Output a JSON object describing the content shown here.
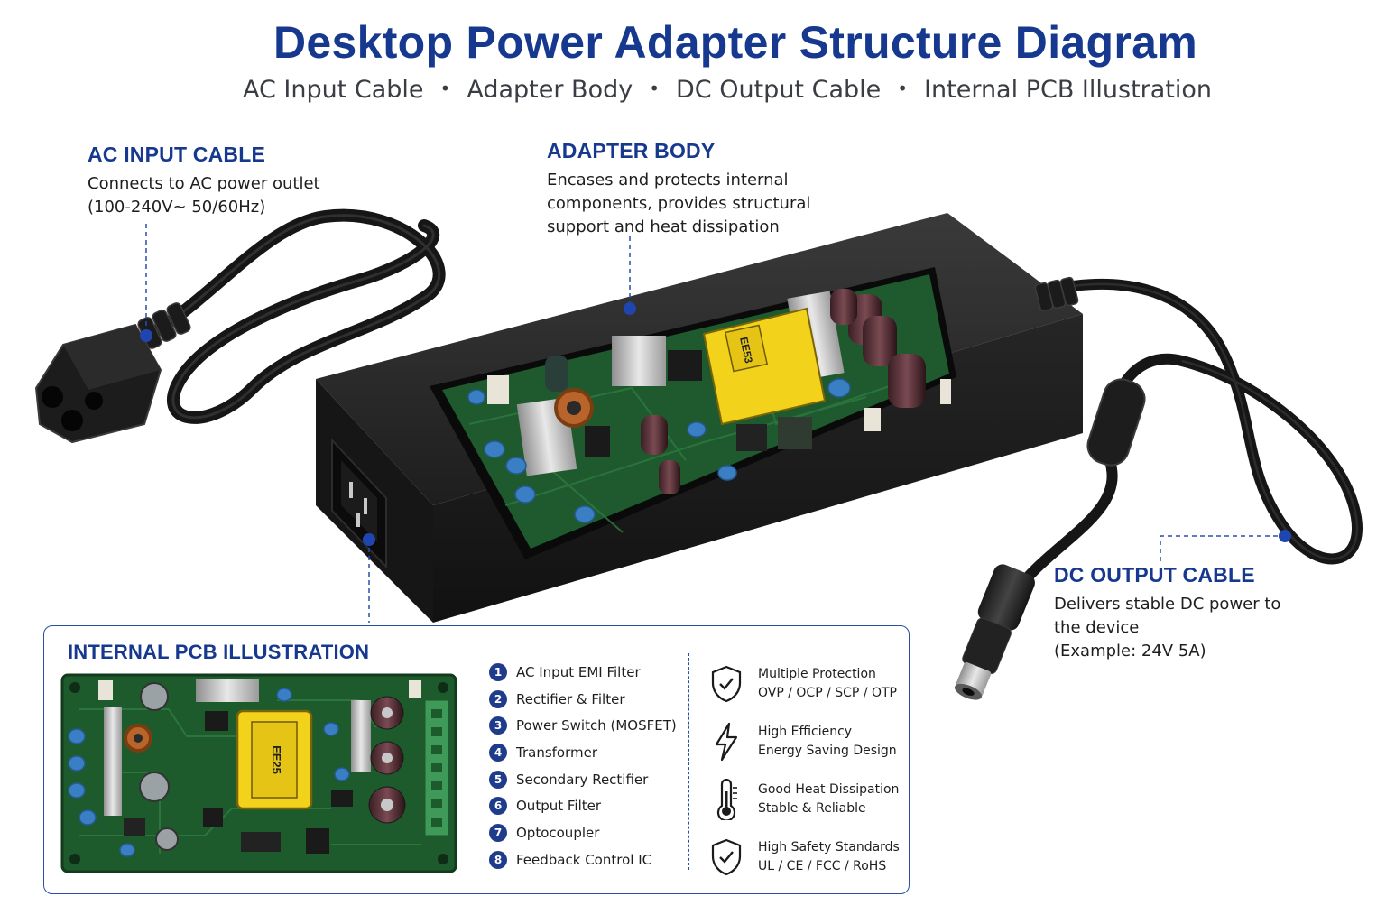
{
  "title": "Desktop Power Adapter Structure Diagram",
  "subtitle": {
    "items": [
      "AC Input Cable",
      "Adapter Body",
      "DC Output Cable",
      "Internal PCB Illustration"
    ],
    "separator": "•"
  },
  "callouts": {
    "ac_input": {
      "heading": "AC INPUT CABLE",
      "lines": [
        "Connects to AC power outlet",
        "(100-240V~ 50/60Hz)"
      ]
    },
    "adapter_body": {
      "heading": "ADAPTER BODY",
      "lines": [
        "Encases and protects internal",
        "components, provides structural",
        "support and heat dissipation"
      ]
    },
    "dc_output": {
      "heading": "DC OUTPUT CABLE",
      "lines": [
        "Delivers stable DC power to",
        "the device",
        "(Example: 24V 5A)"
      ]
    }
  },
  "transformer_marking_body": "EE53",
  "pcb_panel": {
    "heading": "INTERNAL PCB ILLUSTRATION",
    "transformer_marking": "EE25",
    "components": [
      {
        "num": "1",
        "label": "AC Input EMI Filter"
      },
      {
        "num": "2",
        "label": "Rectifier & Filter"
      },
      {
        "num": "3",
        "label": "Power Switch (MOSFET)"
      },
      {
        "num": "4",
        "label": "Transformer"
      },
      {
        "num": "5",
        "label": "Secondary Rectifier"
      },
      {
        "num": "6",
        "label": "Output Filter"
      },
      {
        "num": "7",
        "label": "Optocoupler"
      },
      {
        "num": "8",
        "label": "Feedback Control IC"
      }
    ],
    "features": [
      {
        "icon": "shield-check-icon",
        "line1": "Multiple Protection",
        "line2": "OVP / OCP / SCP / OTP"
      },
      {
        "icon": "lightning-bolt-icon",
        "line1": "High Efficiency",
        "line2": "Energy Saving Design"
      },
      {
        "icon": "thermometer-icon",
        "line1": "Good Heat Dissipation",
        "line2": "Stable & Reliable"
      },
      {
        "icon": "shield-check-icon",
        "line1": "High Safety Standards",
        "line2": "UL / CE / FCC / RoHS"
      }
    ]
  },
  "colors": {
    "accent": "#16398f",
    "pcb_green": "#1d5a2c",
    "transformer_yellow": "#f2d21b",
    "casing": "#1c1c1c"
  }
}
